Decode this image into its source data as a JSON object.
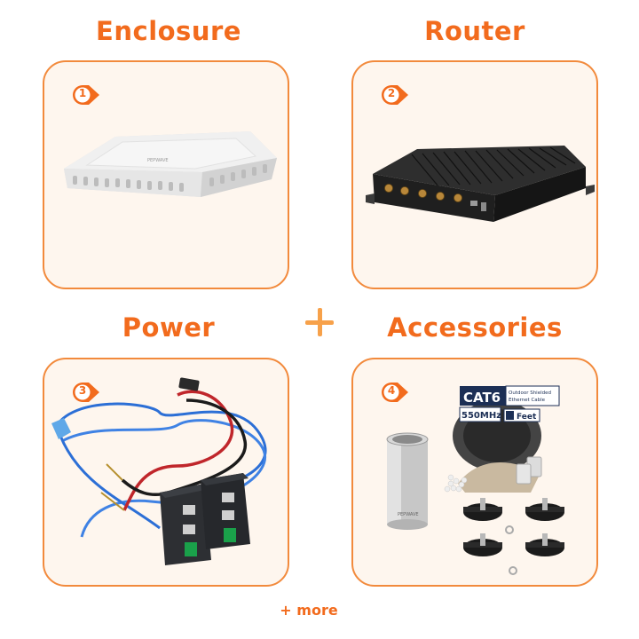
{
  "sections": [
    {
      "number": "1",
      "title": "Enclosure"
    },
    {
      "number": "2",
      "title": "Router"
    },
    {
      "number": "3",
      "title": "Power"
    },
    {
      "number": "4",
      "title": "Accessories"
    }
  ],
  "plus_symbol": "+",
  "footer": {
    "more_label": "+ more"
  },
  "product_text": {
    "enclosure_brand": "PEPWAVE",
    "sleeve_brand": "PEPWAVE",
    "cable_brand": "CAT6",
    "cable_subtitle_line1": "Outdoor Shielded",
    "cable_subtitle_line2": "Ethernet Cable",
    "cable_speed": "550MHz",
    "cable_unit": "Feet"
  },
  "colors": {
    "accent": "#f26b1d",
    "card_border": "#f28a3c",
    "card_bg": "#fef6ee",
    "plus": "#f7a14a"
  }
}
